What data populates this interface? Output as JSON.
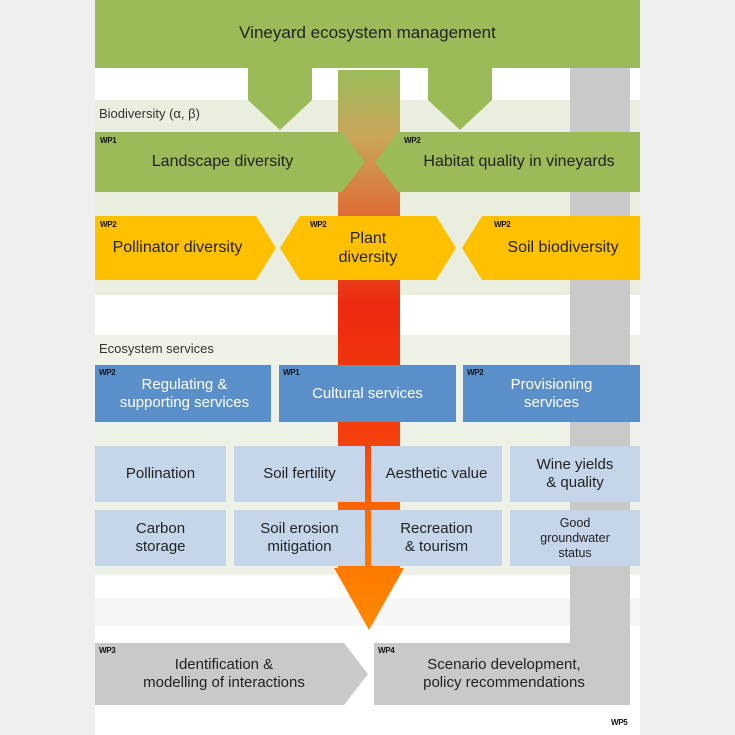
{
  "title": "Vineyard ecosystem management",
  "sections": {
    "biodiversity": "Biodiversity (α, β)",
    "ecosystem_services": "Ecosystem services"
  },
  "green_boxes": [
    {
      "wp": "WP1",
      "label": "Landscape diversity"
    },
    {
      "wp": "WP2",
      "label": "Habitat quality in vineyards"
    }
  ],
  "yellow_boxes": [
    {
      "wp": "WP2",
      "label": "Pollinator diversity"
    },
    {
      "wp": "WP2",
      "label": "Plant\ndiversity"
    },
    {
      "wp": "WP2",
      "label": "Soil biodiversity"
    }
  ],
  "blue_boxes": [
    {
      "wp": "WP2",
      "label": "Regulating &\nsupporting services"
    },
    {
      "wp": "WP1",
      "label": "Cultural services"
    },
    {
      "wp": "WP2",
      "label": "Provisioning\nservices"
    }
  ],
  "service_cells": [
    "Pollination",
    "Soil fertility",
    "Aesthetic value",
    "Wine yields\n& quality",
    "Carbon\nstorage",
    "Soil erosion\nmitigation",
    "Recreation\n& tourism",
    "Good\ngroundwater\nstatus"
  ],
  "bottom_boxes": [
    {
      "wp": "WP3",
      "label": "Identification &\nmodelling of interactions"
    },
    {
      "wp": "WP4",
      "label": "Scenario development,\npolicy recommendations"
    }
  ],
  "corner_wp": "WP5",
  "colors": {
    "green": "#9bbb59",
    "yellow": "#ffc000",
    "blue": "#5b8fc9",
    "light_blue": "#c5d6ea",
    "gray": "#c9c9c9",
    "band": "#e9eedf",
    "red": "#ee2a10",
    "orange": "#ff7a00"
  }
}
